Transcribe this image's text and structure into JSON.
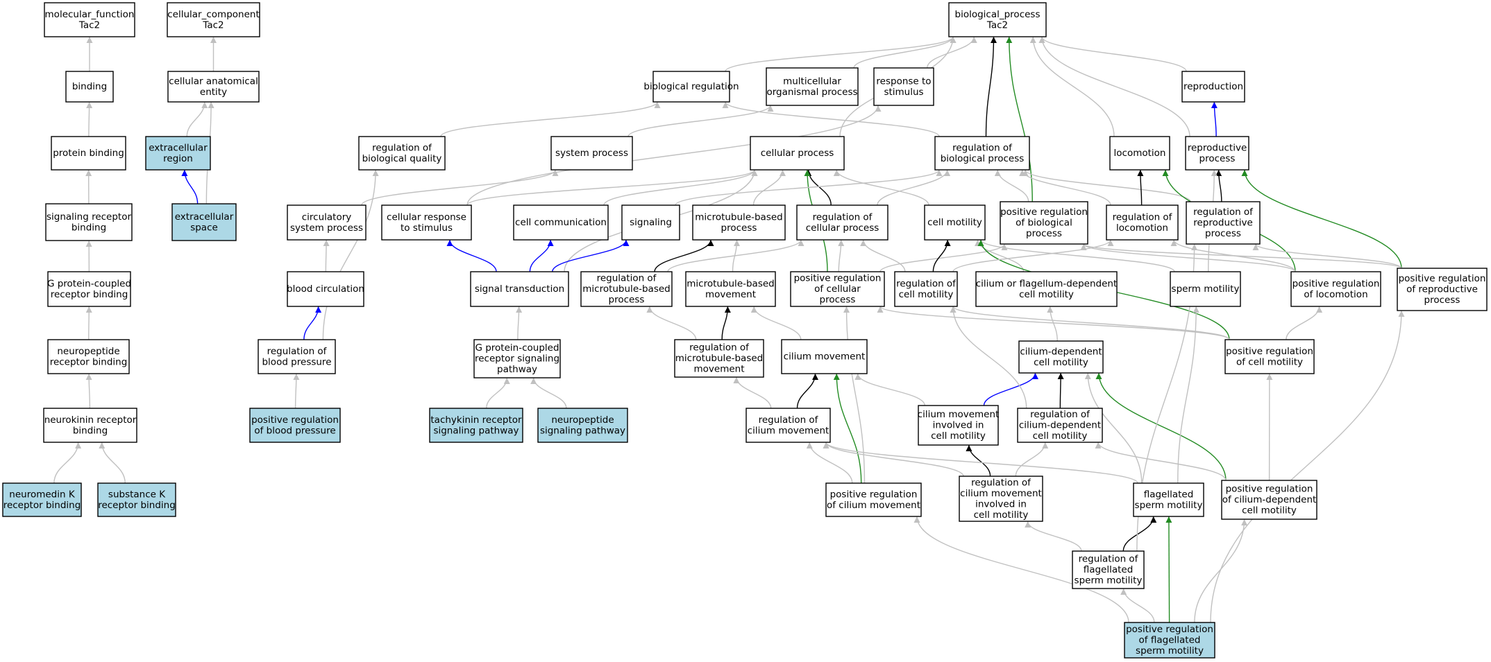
{
  "colors": {
    "highlight_fill": "#add8e6",
    "default_fill": "#ffffff",
    "edge_gray": "#c0c0c0",
    "edge_black": "#000000",
    "edge_blue": "#0000ff",
    "edge_green": "#228b22"
  },
  "nodes": [
    {
      "id": "mf",
      "lines": [
        "molecular_function",
        "Tac2"
      ],
      "highlight": false
    },
    {
      "id": "cc",
      "lines": [
        "cellular_component",
        "Tac2"
      ],
      "highlight": false
    },
    {
      "id": "bp",
      "lines": [
        "biological_process",
        "Tac2"
      ],
      "highlight": false
    },
    {
      "id": "binding",
      "lines": [
        "binding"
      ],
      "highlight": false
    },
    {
      "id": "cae",
      "lines": [
        "cellular anatomical",
        "entity"
      ],
      "highlight": false
    },
    {
      "id": "breg",
      "lines": [
        "biological regulation"
      ],
      "highlight": false
    },
    {
      "id": "mop",
      "lines": [
        "multicellular",
        "organismal process"
      ],
      "highlight": false
    },
    {
      "id": "rts",
      "lines": [
        "response to",
        "stimulus"
      ],
      "highlight": false
    },
    {
      "id": "repro",
      "lines": [
        "reproduction"
      ],
      "highlight": false
    },
    {
      "id": "pbind",
      "lines": [
        "protein binding"
      ],
      "highlight": false
    },
    {
      "id": "extreg",
      "lines": [
        "extracellular",
        "region"
      ],
      "highlight": true
    },
    {
      "id": "rbq",
      "lines": [
        "regulation of",
        "biological quality"
      ],
      "highlight": false
    },
    {
      "id": "sysp",
      "lines": [
        "system process"
      ],
      "highlight": false
    },
    {
      "id": "cellp",
      "lines": [
        "cellular process"
      ],
      "highlight": false
    },
    {
      "id": "rbp",
      "lines": [
        "regulation of",
        "biological process"
      ],
      "highlight": false
    },
    {
      "id": "loco",
      "lines": [
        "locomotion"
      ],
      "highlight": false
    },
    {
      "id": "reprop",
      "lines": [
        "reproductive",
        "process"
      ],
      "highlight": false
    },
    {
      "id": "srb",
      "lines": [
        "signaling receptor",
        "binding"
      ],
      "highlight": false
    },
    {
      "id": "extsp",
      "lines": [
        "extracellular",
        "space"
      ],
      "highlight": true
    },
    {
      "id": "circ",
      "lines": [
        "circulatory",
        "system process"
      ],
      "highlight": false
    },
    {
      "id": "crs",
      "lines": [
        "cellular response",
        "to stimulus"
      ],
      "highlight": false
    },
    {
      "id": "ccomm",
      "lines": [
        "cell communication"
      ],
      "highlight": false
    },
    {
      "id": "signaling",
      "lines": [
        "signaling"
      ],
      "highlight": false
    },
    {
      "id": "mtbp",
      "lines": [
        "microtubule-based",
        "process"
      ],
      "highlight": false
    },
    {
      "id": "rcp",
      "lines": [
        "regulation of",
        "cellular process"
      ],
      "highlight": false
    },
    {
      "id": "cmot",
      "lines": [
        "cell motility"
      ],
      "highlight": false
    },
    {
      "id": "prbp",
      "lines": [
        "positive regulation",
        "of biological",
        "process"
      ],
      "highlight": false
    },
    {
      "id": "rloco",
      "lines": [
        "regulation of",
        "locomotion"
      ],
      "highlight": false
    },
    {
      "id": "rrp",
      "lines": [
        "regulation of",
        "reproductive",
        "process"
      ],
      "highlight": false
    },
    {
      "id": "gpcrb",
      "lines": [
        "G protein-coupled",
        "receptor binding"
      ],
      "highlight": false
    },
    {
      "id": "bcirc",
      "lines": [
        "blood circulation"
      ],
      "highlight": false
    },
    {
      "id": "sigt",
      "lines": [
        "signal transduction"
      ],
      "highlight": false
    },
    {
      "id": "rmtbp",
      "lines": [
        "regulation of",
        "microtubule-based",
        "process"
      ],
      "highlight": false
    },
    {
      "id": "mtbm",
      "lines": [
        "microtubule-based",
        "movement"
      ],
      "highlight": false
    },
    {
      "id": "prcp",
      "lines": [
        "positive regulation",
        "of cellular",
        "process"
      ],
      "highlight": false
    },
    {
      "id": "rcm",
      "lines": [
        "regulation of",
        "cell motility"
      ],
      "highlight": false
    },
    {
      "id": "cofdcm",
      "lines": [
        "cilium or flagellum-dependent",
        "cell motility"
      ],
      "highlight": false
    },
    {
      "id": "spmot",
      "lines": [
        "sperm motility"
      ],
      "highlight": false
    },
    {
      "id": "prloco",
      "lines": [
        "positive regulation",
        "of locomotion"
      ],
      "highlight": false
    },
    {
      "id": "prrp",
      "lines": [
        "positive regulation",
        "of reproductive",
        "process"
      ],
      "highlight": false
    },
    {
      "id": "nprb",
      "lines": [
        "neuropeptide",
        "receptor binding"
      ],
      "highlight": false
    },
    {
      "id": "rbpress",
      "lines": [
        "regulation of",
        "blood pressure"
      ],
      "highlight": false
    },
    {
      "id": "gpcrsp",
      "lines": [
        "G protein-coupled",
        "receptor signaling",
        "pathway"
      ],
      "highlight": false
    },
    {
      "id": "rmtbm",
      "lines": [
        "regulation of",
        "microtubule-based",
        "movement"
      ],
      "highlight": false
    },
    {
      "id": "cmov",
      "lines": [
        "cilium movement"
      ],
      "highlight": false
    },
    {
      "id": "cdcm",
      "lines": [
        "cilium-dependent",
        "cell motility"
      ],
      "highlight": false
    },
    {
      "id": "prcm",
      "lines": [
        "positive regulation",
        "of cell motility"
      ],
      "highlight": false
    },
    {
      "id": "nkrb",
      "lines": [
        "neurokinin receptor",
        "binding"
      ],
      "highlight": false
    },
    {
      "id": "prbpress",
      "lines": [
        "positive regulation",
        "of blood pressure"
      ],
      "highlight": true
    },
    {
      "id": "tksp",
      "lines": [
        "tachykinin receptor",
        "signaling pathway"
      ],
      "highlight": true
    },
    {
      "id": "npsp",
      "lines": [
        "neuropeptide",
        "signaling pathway"
      ],
      "highlight": true
    },
    {
      "id": "rcmov",
      "lines": [
        "regulation of",
        "cilium movement"
      ],
      "highlight": false
    },
    {
      "id": "cmicm",
      "lines": [
        "cilium movement",
        "involved in",
        "cell motility"
      ],
      "highlight": false
    },
    {
      "id": "rcdcm",
      "lines": [
        "regulation of",
        "cilium-dependent",
        "cell motility"
      ],
      "highlight": false
    },
    {
      "id": "nmk",
      "lines": [
        "neuromedin K",
        "receptor binding"
      ],
      "highlight": true
    },
    {
      "id": "subk",
      "lines": [
        "substance K",
        "receptor binding"
      ],
      "highlight": true
    },
    {
      "id": "prcmov",
      "lines": [
        "positive regulation",
        "of cilium movement"
      ],
      "highlight": false
    },
    {
      "id": "rcmicm",
      "lines": [
        "regulation of",
        "cilium movement",
        "involved in",
        "cell motility"
      ],
      "highlight": false
    },
    {
      "id": "fsm",
      "lines": [
        "flagellated",
        "sperm motility"
      ],
      "highlight": false
    },
    {
      "id": "prcdcm",
      "lines": [
        "positive regulation",
        "of cilium-dependent",
        "cell motility"
      ],
      "highlight": false
    },
    {
      "id": "rfsm",
      "lines": [
        "regulation of",
        "flagellated",
        "sperm motility"
      ],
      "highlight": false
    },
    {
      "id": "prfsm",
      "lines": [
        "positive regulation",
        "of flagellated",
        "sperm motility"
      ],
      "highlight": true
    }
  ],
  "edges": [
    {
      "from": "binding",
      "to": "mf",
      "kind": "gray"
    },
    {
      "from": "pbind",
      "to": "binding",
      "kind": "gray"
    },
    {
      "from": "srb",
      "to": "pbind",
      "kind": "gray"
    },
    {
      "from": "gpcrb",
      "to": "srb",
      "kind": "gray"
    },
    {
      "from": "nprb",
      "to": "gpcrb",
      "kind": "gray"
    },
    {
      "from": "nkrb",
      "to": "nprb",
      "kind": "gray"
    },
    {
      "from": "nmk",
      "to": "nkrb",
      "kind": "gray"
    },
    {
      "from": "subk",
      "to": "nkrb",
      "kind": "gray"
    },
    {
      "from": "cae",
      "to": "cc",
      "kind": "gray"
    },
    {
      "from": "extreg",
      "to": "cae",
      "kind": "gray"
    },
    {
      "from": "extsp",
      "to": "cae",
      "kind": "gray"
    },
    {
      "from": "extsp",
      "to": "extreg",
      "kind": "blue"
    },
    {
      "from": "breg",
      "to": "bp",
      "kind": "gray"
    },
    {
      "from": "mop",
      "to": "bp",
      "kind": "gray"
    },
    {
      "from": "rts",
      "to": "bp",
      "kind": "gray"
    },
    {
      "from": "repro",
      "to": "bp",
      "kind": "gray"
    },
    {
      "from": "cellp",
      "to": "bp",
      "kind": "gray"
    },
    {
      "from": "rbp",
      "to": "bp",
      "kind": "black"
    },
    {
      "from": "prbp",
      "to": "bp",
      "kind": "green"
    },
    {
      "from": "loco",
      "to": "bp",
      "kind": "gray"
    },
    {
      "from": "reprop",
      "to": "bp",
      "kind": "gray"
    },
    {
      "from": "reprop",
      "to": "repro",
      "kind": "blue"
    },
    {
      "from": "rbq",
      "to": "breg",
      "kind": "gray"
    },
    {
      "from": "sysp",
      "to": "mop",
      "kind": "gray"
    },
    {
      "from": "rbp",
      "to": "breg",
      "kind": "gray"
    },
    {
      "from": "crs",
      "to": "rts",
      "kind": "gray"
    },
    {
      "from": "crs",
      "to": "cellp",
      "kind": "gray"
    },
    {
      "from": "circ",
      "to": "sysp",
      "kind": "gray"
    },
    {
      "from": "ccomm",
      "to": "cellp",
      "kind": "gray"
    },
    {
      "from": "mtbp",
      "to": "cellp",
      "kind": "gray"
    },
    {
      "from": "rcp",
      "to": "cellp",
      "kind": "black"
    },
    {
      "from": "prcp",
      "to": "cellp",
      "kind": "green"
    },
    {
      "from": "sigt",
      "to": "cellp",
      "kind": "gray"
    },
    {
      "from": "cmot",
      "to": "cellp",
      "kind": "gray"
    },
    {
      "from": "rcp",
      "to": "rbp",
      "kind": "gray"
    },
    {
      "from": "prbp",
      "to": "rbp",
      "kind": "gray"
    },
    {
      "from": "rloco",
      "to": "rbp",
      "kind": "gray"
    },
    {
      "from": "rrp",
      "to": "rbp",
      "kind": "gray"
    },
    {
      "from": "signaling",
      "to": "rbp",
      "kind": "gray"
    },
    {
      "from": "rloco",
      "to": "loco",
      "kind": "black"
    },
    {
      "from": "prloco",
      "to": "loco",
      "kind": "green"
    },
    {
      "from": "rrp",
      "to": "reprop",
      "kind": "black"
    },
    {
      "from": "prrp",
      "to": "reprop",
      "kind": "green"
    },
    {
      "from": "spmot",
      "to": "reprop",
      "kind": "gray"
    },
    {
      "from": "bcirc",
      "to": "circ",
      "kind": "gray"
    },
    {
      "from": "rbpress",
      "to": "bcirc",
      "kind": "blue"
    },
    {
      "from": "rbpress",
      "to": "rbq",
      "kind": "gray"
    },
    {
      "from": "prbpress",
      "to": "rbpress",
      "kind": "gray"
    },
    {
      "from": "sigt",
      "to": "crs",
      "kind": "blue"
    },
    {
      "from": "sigt",
      "to": "ccomm",
      "kind": "blue"
    },
    {
      "from": "sigt",
      "to": "signaling",
      "kind": "blue"
    },
    {
      "from": "gpcrsp",
      "to": "sigt",
      "kind": "gray"
    },
    {
      "from": "tksp",
      "to": "gpcrsp",
      "kind": "gray"
    },
    {
      "from": "npsp",
      "to": "gpcrsp",
      "kind": "gray"
    },
    {
      "from": "rmtbp",
      "to": "mtbp",
      "kind": "black"
    },
    {
      "from": "mtbm",
      "to": "mtbp",
      "kind": "gray"
    },
    {
      "from": "rmtbp",
      "to": "rcp",
      "kind": "gray"
    },
    {
      "from": "prcp",
      "to": "rcp",
      "kind": "gray"
    },
    {
      "from": "rcm",
      "to": "rcp",
      "kind": "gray"
    },
    {
      "from": "prcp",
      "to": "prbp",
      "kind": "gray"
    },
    {
      "from": "rcm",
      "to": "cmot",
      "kind": "black"
    },
    {
      "from": "cofdcm",
      "to": "cmot",
      "kind": "gray"
    },
    {
      "from": "spmot",
      "to": "cmot",
      "kind": "gray"
    },
    {
      "from": "prcm",
      "to": "cmot",
      "kind": "green"
    },
    {
      "from": "rcm",
      "to": "rloco",
      "kind": "gray"
    },
    {
      "from": "prloco",
      "to": "rloco",
      "kind": "gray"
    },
    {
      "from": "prrp",
      "to": "rrp",
      "kind": "gray"
    },
    {
      "from": "prloco",
      "to": "prbp",
      "kind": "gray"
    },
    {
      "from": "prrp",
      "to": "prbp",
      "kind": "gray"
    },
    {
      "from": "rmtbm",
      "to": "mtbm",
      "kind": "black"
    },
    {
      "from": "rmtbm",
      "to": "rmtbp",
      "kind": "gray"
    },
    {
      "from": "cmov",
      "to": "mtbm",
      "kind": "gray"
    },
    {
      "from": "rcmov",
      "to": "rmtbm",
      "kind": "gray"
    },
    {
      "from": "rcmov",
      "to": "cmov",
      "kind": "black"
    },
    {
      "from": "prcmov",
      "to": "cmov",
      "kind": "green"
    },
    {
      "from": "prcmov",
      "to": "rcmov",
      "kind": "gray"
    },
    {
      "from": "prcmov",
      "to": "prcp",
      "kind": "gray"
    },
    {
      "from": "cmicm",
      "to": "cmov",
      "kind": "gray"
    },
    {
      "from": "cmicm",
      "to": "cdcm",
      "kind": "blue"
    },
    {
      "from": "rcdcm",
      "to": "cdcm",
      "kind": "black"
    },
    {
      "from": "cdcm",
      "to": "cofdcm",
      "kind": "gray"
    },
    {
      "from": "prcm",
      "to": "rcm",
      "kind": "gray"
    },
    {
      "from": "prcm",
      "to": "prcp",
      "kind": "gray"
    },
    {
      "from": "prcm",
      "to": "prloco",
      "kind": "gray"
    },
    {
      "from": "prcdcm",
      "to": "cdcm",
      "kind": "green"
    },
    {
      "from": "prcdcm",
      "to": "rcdcm",
      "kind": "gray"
    },
    {
      "from": "prcdcm",
      "to": "prcm",
      "kind": "gray"
    },
    {
      "from": "rcdcm",
      "to": "rcm",
      "kind": "gray"
    },
    {
      "from": "rcmicm",
      "to": "cmicm",
      "kind": "black"
    },
    {
      "from": "rcmicm",
      "to": "rcdcm",
      "kind": "gray"
    },
    {
      "from": "rcmicm",
      "to": "rcmov",
      "kind": "gray"
    },
    {
      "from": "fsm",
      "to": "cdcm",
      "kind": "gray"
    },
    {
      "from": "fsm",
      "to": "spmot",
      "kind": "gray"
    },
    {
      "from": "fsm",
      "to": "rcmov",
      "kind": "gray"
    },
    {
      "from": "rfsm",
      "to": "fsm",
      "kind": "black"
    },
    {
      "from": "rfsm",
      "to": "rcmicm",
      "kind": "gray"
    },
    {
      "from": "rfsm",
      "to": "rrp",
      "kind": "gray"
    },
    {
      "from": "prfsm",
      "to": "fsm",
      "kind": "green"
    },
    {
      "from": "prfsm",
      "to": "rfsm",
      "kind": "gray"
    },
    {
      "from": "prfsm",
      "to": "prcdcm",
      "kind": "gray"
    },
    {
      "from": "prfsm",
      "to": "prcmov",
      "kind": "gray"
    },
    {
      "from": "prfsm",
      "to": "prrp",
      "kind": "gray"
    }
  ]
}
